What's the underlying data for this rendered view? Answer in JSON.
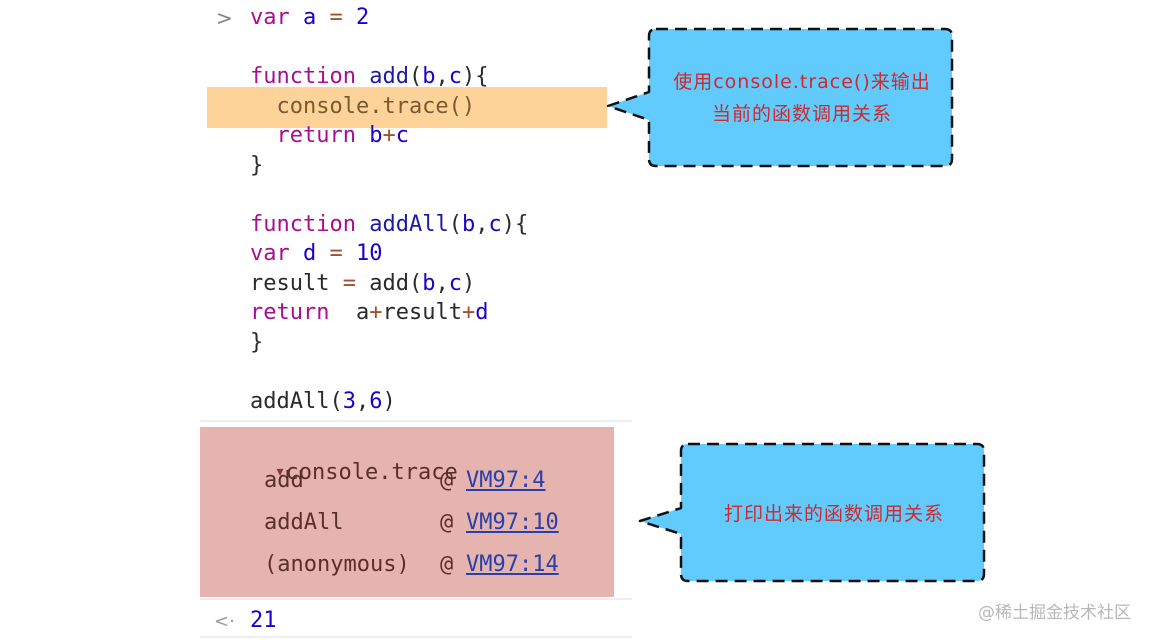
{
  "console": {
    "input_prompt": ">",
    "code_lines": [
      {
        "tokens": [
          {
            "t": "var",
            "c": "kw"
          },
          {
            "t": " ",
            "c": "plain"
          },
          {
            "t": "a",
            "c": "var"
          },
          {
            "t": " ",
            "c": "plain"
          },
          {
            "t": "=",
            "c": "op"
          },
          {
            "t": " ",
            "c": "plain"
          },
          {
            "t": "2",
            "c": "num"
          }
        ]
      },
      {
        "tokens": []
      },
      {
        "tokens": [
          {
            "t": "function",
            "c": "kw"
          },
          {
            "t": " ",
            "c": "plain"
          },
          {
            "t": "add",
            "c": "fn"
          },
          {
            "t": "(",
            "c": "plain"
          },
          {
            "t": "b",
            "c": "var"
          },
          {
            "t": ",",
            "c": "plain"
          },
          {
            "t": "c",
            "c": "var"
          },
          {
            "t": "){",
            "c": "plain"
          }
        ]
      },
      {
        "tokens": [
          {
            "t": "  console.trace()",
            "c": "hl-text"
          }
        ],
        "highlighted": true
      },
      {
        "tokens": [
          {
            "t": "  ",
            "c": "plain"
          },
          {
            "t": "return",
            "c": "kw"
          },
          {
            "t": " ",
            "c": "plain"
          },
          {
            "t": "b",
            "c": "var"
          },
          {
            "t": "+",
            "c": "op"
          },
          {
            "t": "c",
            "c": "var"
          }
        ]
      },
      {
        "tokens": [
          {
            "t": "}",
            "c": "plain"
          }
        ]
      },
      {
        "tokens": []
      },
      {
        "tokens": [
          {
            "t": "function",
            "c": "kw"
          },
          {
            "t": " ",
            "c": "plain"
          },
          {
            "t": "addAll",
            "c": "fn"
          },
          {
            "t": "(",
            "c": "plain"
          },
          {
            "t": "b",
            "c": "var"
          },
          {
            "t": ",",
            "c": "plain"
          },
          {
            "t": "c",
            "c": "var"
          },
          {
            "t": "){",
            "c": "plain"
          }
        ]
      },
      {
        "tokens": [
          {
            "t": "var",
            "c": "kw"
          },
          {
            "t": " ",
            "c": "plain"
          },
          {
            "t": "d",
            "c": "var"
          },
          {
            "t": " ",
            "c": "plain"
          },
          {
            "t": "=",
            "c": "op"
          },
          {
            "t": " ",
            "c": "plain"
          },
          {
            "t": "10",
            "c": "num"
          }
        ]
      },
      {
        "tokens": [
          {
            "t": "result",
            "c": "plain"
          },
          {
            "t": " ",
            "c": "plain"
          },
          {
            "t": "=",
            "c": "op"
          },
          {
            "t": " ",
            "c": "plain"
          },
          {
            "t": "add",
            "c": "plain"
          },
          {
            "t": "(",
            "c": "plain"
          },
          {
            "t": "b",
            "c": "var"
          },
          {
            "t": ",",
            "c": "plain"
          },
          {
            "t": "c",
            "c": "var"
          },
          {
            "t": ")",
            "c": "plain"
          }
        ]
      },
      {
        "tokens": [
          {
            "t": "return",
            "c": "kw"
          },
          {
            "t": "  ",
            "c": "plain"
          },
          {
            "t": "a",
            "c": "plain"
          },
          {
            "t": "+",
            "c": "op"
          },
          {
            "t": "result",
            "c": "plain"
          },
          {
            "t": "+",
            "c": "op"
          },
          {
            "t": "d",
            "c": "var"
          }
        ]
      },
      {
        "tokens": [
          {
            "t": "}",
            "c": "plain"
          }
        ]
      },
      {
        "tokens": []
      },
      {
        "tokens": [
          {
            "t": "addAll",
            "c": "plain"
          },
          {
            "t": "(",
            "c": "plain"
          },
          {
            "t": "3",
            "c": "num"
          },
          {
            "t": ",",
            "c": "plain"
          },
          {
            "t": "6",
            "c": "num"
          },
          {
            "t": ")",
            "c": "plain"
          }
        ]
      }
    ],
    "trace": {
      "toggle_icon": "▾",
      "title": "console.trace",
      "frames": [
        {
          "name": "add",
          "at": "@",
          "location": "VM97:4"
        },
        {
          "name": "addAll",
          "at": "@",
          "location": "VM97:10"
        },
        {
          "name": "(anonymous)",
          "at": "@",
          "location": "VM97:14"
        }
      ]
    },
    "return_prompt": "<·",
    "return_value": "21"
  },
  "annotations": {
    "callout_1": "使用console.trace()来输出\n当前的函数调用关系",
    "callout_2": "打印出来的函数调用关系",
    "fill_color": "#62cbfd",
    "text_color": "#d0282b",
    "highlight_color": "#fdd39a",
    "trace_bg_color": "#e6b4ae"
  },
  "watermark": "@稀土掘金技术社区"
}
